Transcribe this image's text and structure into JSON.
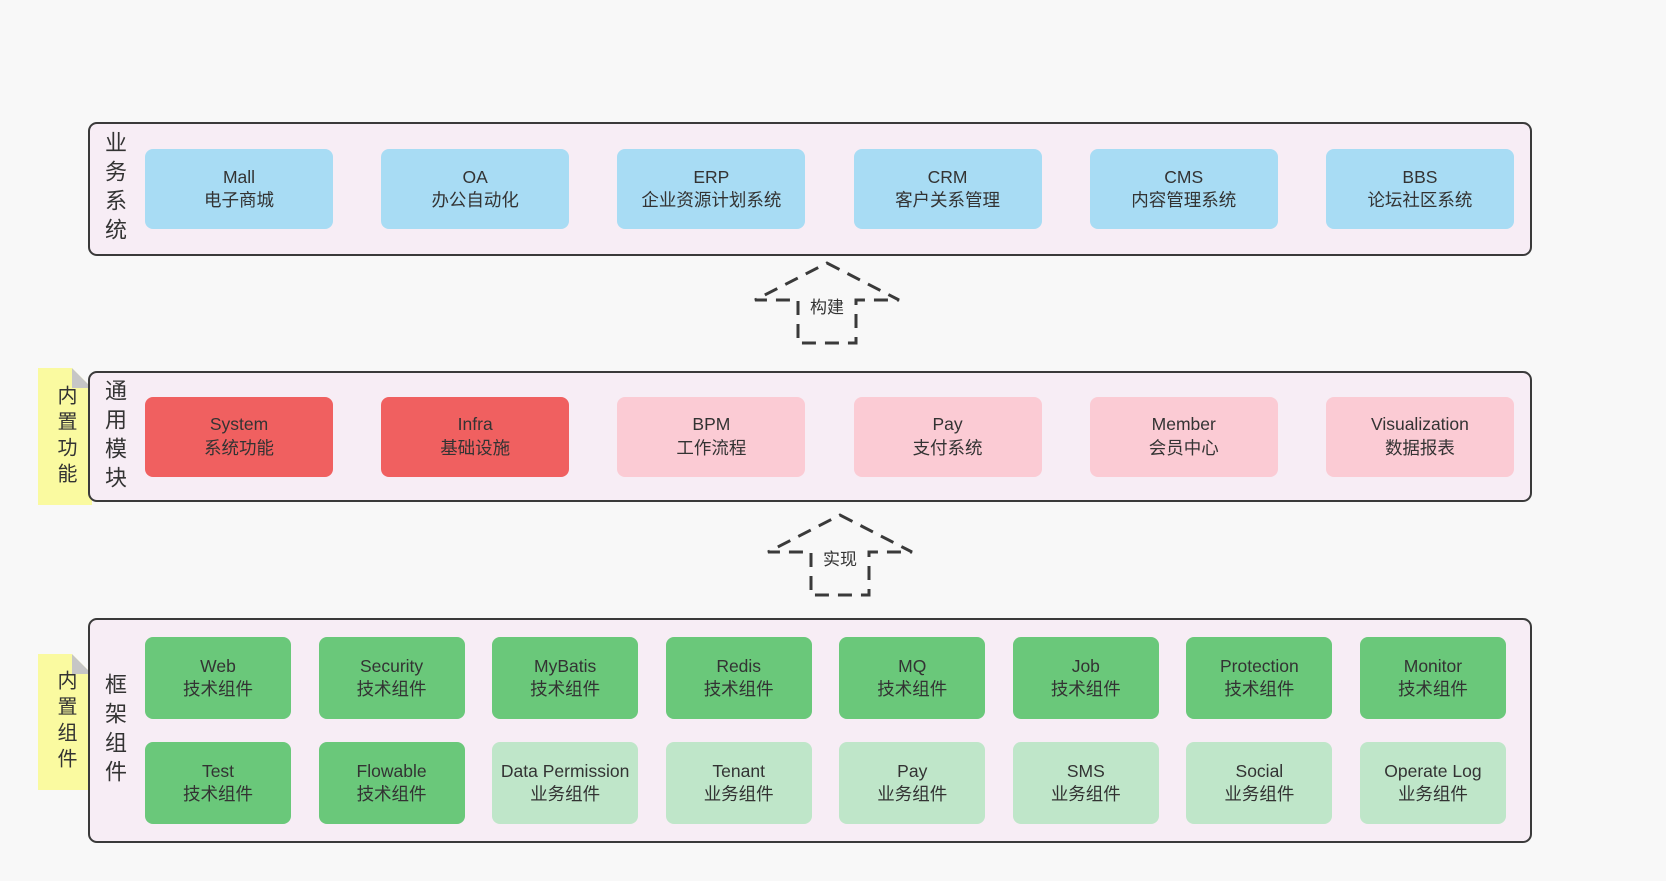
{
  "colors": {
    "bg": "#f8f8f8",
    "fill": "#f7edf5",
    "line": "#3a3a3a",
    "text": "#333333",
    "blue": "#a8dcf4",
    "red": "#f06060",
    "pink": "#fbcbd4",
    "green": "#6ac87a",
    "green_light": "#bfe6c9",
    "note": "#fafaa0",
    "fold": "#c6c6c6"
  },
  "arrows": [
    {
      "label": "构建"
    },
    {
      "label": "实现"
    }
  ],
  "layers": [
    {
      "label": "业务系统",
      "rows": [
        [
          {
            "title": "Mall",
            "subtitle": "电子商城",
            "variant": "blue"
          },
          {
            "title": "OA",
            "subtitle": "办公自动化",
            "variant": "blue"
          },
          {
            "title": "ERP",
            "subtitle": "企业资源计划系统",
            "variant": "blue"
          },
          {
            "title": "CRM",
            "subtitle": "客户关系管理",
            "variant": "blue"
          },
          {
            "title": "CMS",
            "subtitle": "内容管理系统",
            "variant": "blue"
          },
          {
            "title": "BBS",
            "subtitle": "论坛社区系统",
            "variant": "blue"
          }
        ]
      ]
    },
    {
      "label": "通用模块",
      "note": "内置功能",
      "rows": [
        [
          {
            "title": "System",
            "subtitle": "系统功能",
            "variant": "red"
          },
          {
            "title": "Infra",
            "subtitle": "基础设施",
            "variant": "red"
          },
          {
            "title": "BPM",
            "subtitle": "工作流程",
            "variant": "pink"
          },
          {
            "title": "Pay",
            "subtitle": "支付系统",
            "variant": "pink"
          },
          {
            "title": "Member",
            "subtitle": "会员中心",
            "variant": "pink"
          },
          {
            "title": "Visualization",
            "subtitle": "数据报表",
            "variant": "pink"
          }
        ]
      ]
    },
    {
      "label": "框架组件",
      "note": "内置组件",
      "rows": [
        [
          {
            "title": "Web",
            "subtitle": "技术组件",
            "variant": "green"
          },
          {
            "title": "Security",
            "subtitle": "技术组件",
            "variant": "green"
          },
          {
            "title": "MyBatis",
            "subtitle": "技术组件",
            "variant": "green"
          },
          {
            "title": "Redis",
            "subtitle": "技术组件",
            "variant": "green"
          },
          {
            "title": "MQ",
            "subtitle": "技术组件",
            "variant": "green"
          },
          {
            "title": "Job",
            "subtitle": "技术组件",
            "variant": "green"
          },
          {
            "title": "Protection",
            "subtitle": "技术组件",
            "variant": "green"
          },
          {
            "title": "Monitor",
            "subtitle": "技术组件",
            "variant": "green"
          }
        ],
        [
          {
            "title": "Test",
            "subtitle": "技术组件",
            "variant": "green"
          },
          {
            "title": "Flowable",
            "subtitle": "技术组件",
            "variant": "green"
          },
          {
            "title": "Data Permission",
            "subtitle": "业务组件",
            "variant": "green-light"
          },
          {
            "title": "Tenant",
            "subtitle": "业务组件",
            "variant": "green-light"
          },
          {
            "title": "Pay",
            "subtitle": "业务组件",
            "variant": "green-light"
          },
          {
            "title": "SMS",
            "subtitle": "业务组件",
            "variant": "green-light"
          },
          {
            "title": "Social",
            "subtitle": "业务组件",
            "variant": "green-light"
          },
          {
            "title": "Operate Log",
            "subtitle": "业务组件",
            "variant": "green-light"
          }
        ]
      ]
    }
  ]
}
